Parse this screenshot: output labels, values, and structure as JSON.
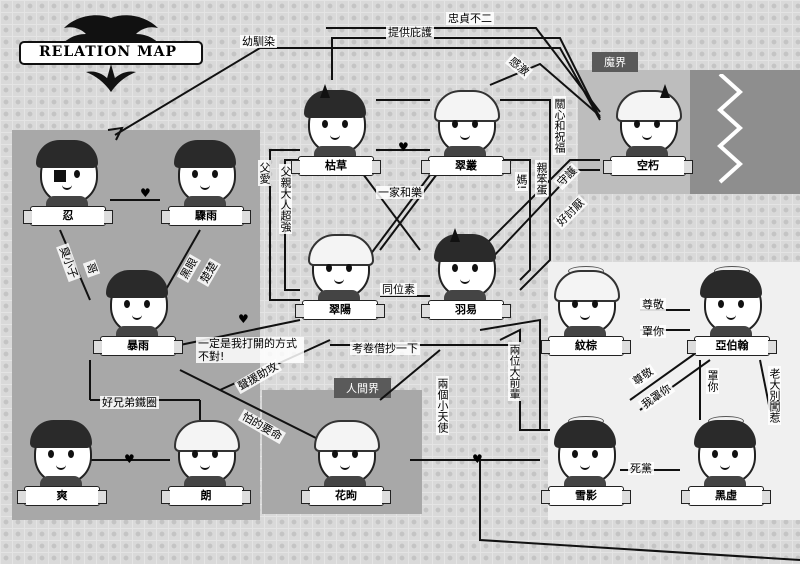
{
  "logo": {
    "title": "RELATION MAP"
  },
  "zones": {
    "demon": "魔界",
    "human": "人間界"
  },
  "nodes": [
    {
      "id": "kucao",
      "name": "枯草"
    },
    {
      "id": "cuicong",
      "name": "翠叢"
    },
    {
      "id": "kongxiu",
      "name": "空朽"
    },
    {
      "id": "ren",
      "name": "忍"
    },
    {
      "id": "zhouyu",
      "name": "驟雨"
    },
    {
      "id": "baoyu",
      "name": "暴雨"
    },
    {
      "id": "cuiyang",
      "name": "翠陽"
    },
    {
      "id": "yuyi",
      "name": "羽易"
    },
    {
      "id": "wenzong",
      "name": "紋棕"
    },
    {
      "id": "yabohan",
      "name": "亞伯翰"
    },
    {
      "id": "shuang",
      "name": "爽"
    },
    {
      "id": "lang",
      "name": "朗"
    },
    {
      "id": "huaxu",
      "name": "花昫"
    },
    {
      "id": "xueying",
      "name": "雪影"
    },
    {
      "id": "heixu",
      "name": "黑虛"
    }
  ],
  "edges": {
    "youxunran": "幼馴染",
    "tigongbihu": "提供庇護",
    "zhongzhenbuer": "忠貞不二",
    "ganji": "感激",
    "guanxinhezhufu": "關心和祝福",
    "fuai": "父愛",
    "fuqindarenchaoqiang": "父親大人超強",
    "yijiaheyue": "一家和樂",
    "qinbendan": "親笨蛋",
    "ma": "媽!",
    "shouhu": "守護",
    "haotaoyan": "好討厭",
    "tongweisu": "同位素",
    "kaojuanjiechaoyixia": "考卷借抄一下",
    "yidingshiwodakaidefangshibudui": "一定是我打開的方式不對!",
    "shengyuanzhugong": "聲援助攻",
    "pabaoming": "怕的要命",
    "lianggexiaotianshi": "兩個小天使",
    "liangweidaqianbei": "兩位大前輩",
    "zunjing": "尊敬",
    "zhaoni": "罩你",
    "zunjing2": "尊敬",
    "wozhaoni": "我罩你",
    "zhaoni2": "罩你",
    "laodabieguare": "老大別闖惹",
    "sidang": "死黨",
    "haoxiongdi": "好兄弟鐵圈",
    "chouxiaozi": "臭小子",
    "ge": "哥",
    "heiyan": "黑眼",
    "chuchu": "楚楚"
  }
}
